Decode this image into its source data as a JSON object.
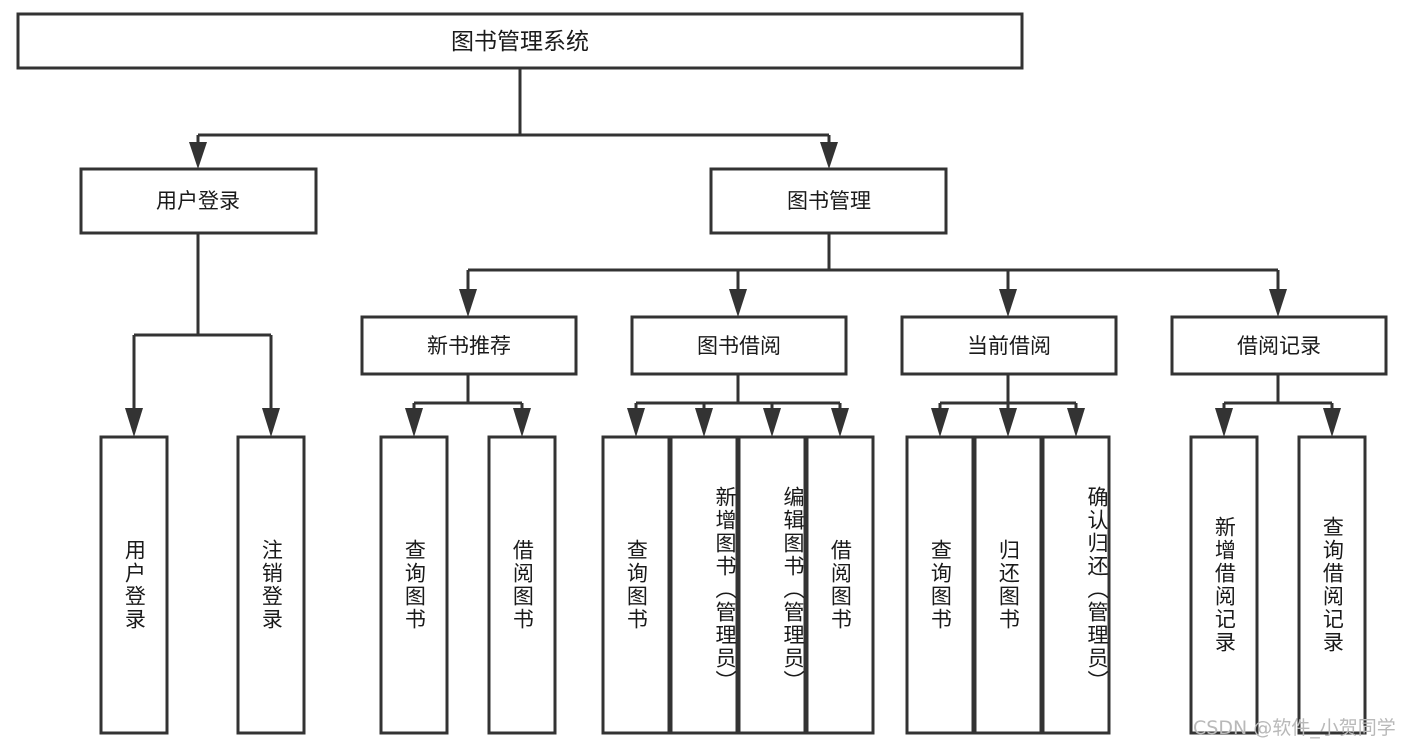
{
  "diagram": {
    "title": "图书管理系统",
    "type": "tree-hierarchy-chart",
    "root": {
      "id": "root",
      "label": "图书管理系统"
    },
    "level2": [
      {
        "id": "user-login",
        "label": "用户登录"
      },
      {
        "id": "book-manage",
        "label": "图书管理"
      }
    ],
    "level3": [
      {
        "id": "new-book-recommend",
        "label": "新书推荐",
        "parent": "book-manage"
      },
      {
        "id": "book-borrow",
        "label": "图书借阅",
        "parent": "book-manage"
      },
      {
        "id": "current-borrow",
        "label": "当前借阅",
        "parent": "book-manage"
      },
      {
        "id": "borrow-record",
        "label": "借阅记录",
        "parent": "book-manage"
      }
    ],
    "leaves": [
      {
        "id": "leaf-user-login",
        "label": "用户登录",
        "parent": "user-login"
      },
      {
        "id": "leaf-user-logout",
        "label": "注销登录",
        "parent": "user-login"
      },
      {
        "id": "leaf-query-book-1",
        "label": "查询图书",
        "parent": "new-book-recommend"
      },
      {
        "id": "leaf-borrow-book-1",
        "label": "借阅图书",
        "parent": "new-book-recommend"
      },
      {
        "id": "leaf-query-book-2",
        "label": "查询图书",
        "parent": "book-borrow"
      },
      {
        "id": "leaf-add-book",
        "label": "新增图书（管理员）",
        "parent": "book-borrow"
      },
      {
        "id": "leaf-edit-book",
        "label": "编辑图书（管理员）",
        "parent": "book-borrow"
      },
      {
        "id": "leaf-borrow-book-2",
        "label": "借阅图书",
        "parent": "book-borrow"
      },
      {
        "id": "leaf-query-book-3",
        "label": "查询图书",
        "parent": "current-borrow"
      },
      {
        "id": "leaf-return-book",
        "label": "归还图书",
        "parent": "current-borrow"
      },
      {
        "id": "leaf-confirm-return",
        "label": "确认归还（管理员）",
        "parent": "current-borrow"
      },
      {
        "id": "leaf-add-record",
        "label": "新增借阅记录",
        "parent": "borrow-record"
      },
      {
        "id": "leaf-query-record",
        "label": "查询借阅记录",
        "parent": "borrow-record"
      }
    ],
    "colors": {
      "stroke": "#333333",
      "box_fill": "#ffffff",
      "text": "#1a1a1a",
      "background": "#ffffff",
      "watermark": "#b9b9b9"
    }
  },
  "watermark": {
    "text": "CSDN @软件_小贺同学"
  }
}
